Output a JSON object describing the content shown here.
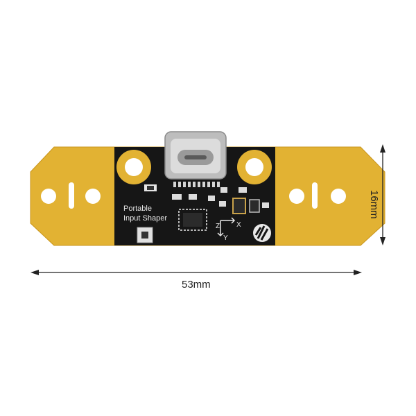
{
  "board": {
    "silkscreen_line1": "Portable",
    "silkscreen_line2": "Input Shaper",
    "axis_z": "Z",
    "axis_x": "X",
    "axis_y": "Y"
  },
  "dimensions": {
    "width": "53mm",
    "height": "16mm"
  },
  "colors": {
    "background": "#ffffff",
    "substrate": "#e2b233",
    "substrate_edge": "#c9951c",
    "board_core": "#161616",
    "silkscreen": "#e8e8e8",
    "connector": "#c9c9c9",
    "arrow": "#222222"
  },
  "icons": {
    "logo": "stylized-s-logo",
    "connector": "usb-c-connector"
  }
}
